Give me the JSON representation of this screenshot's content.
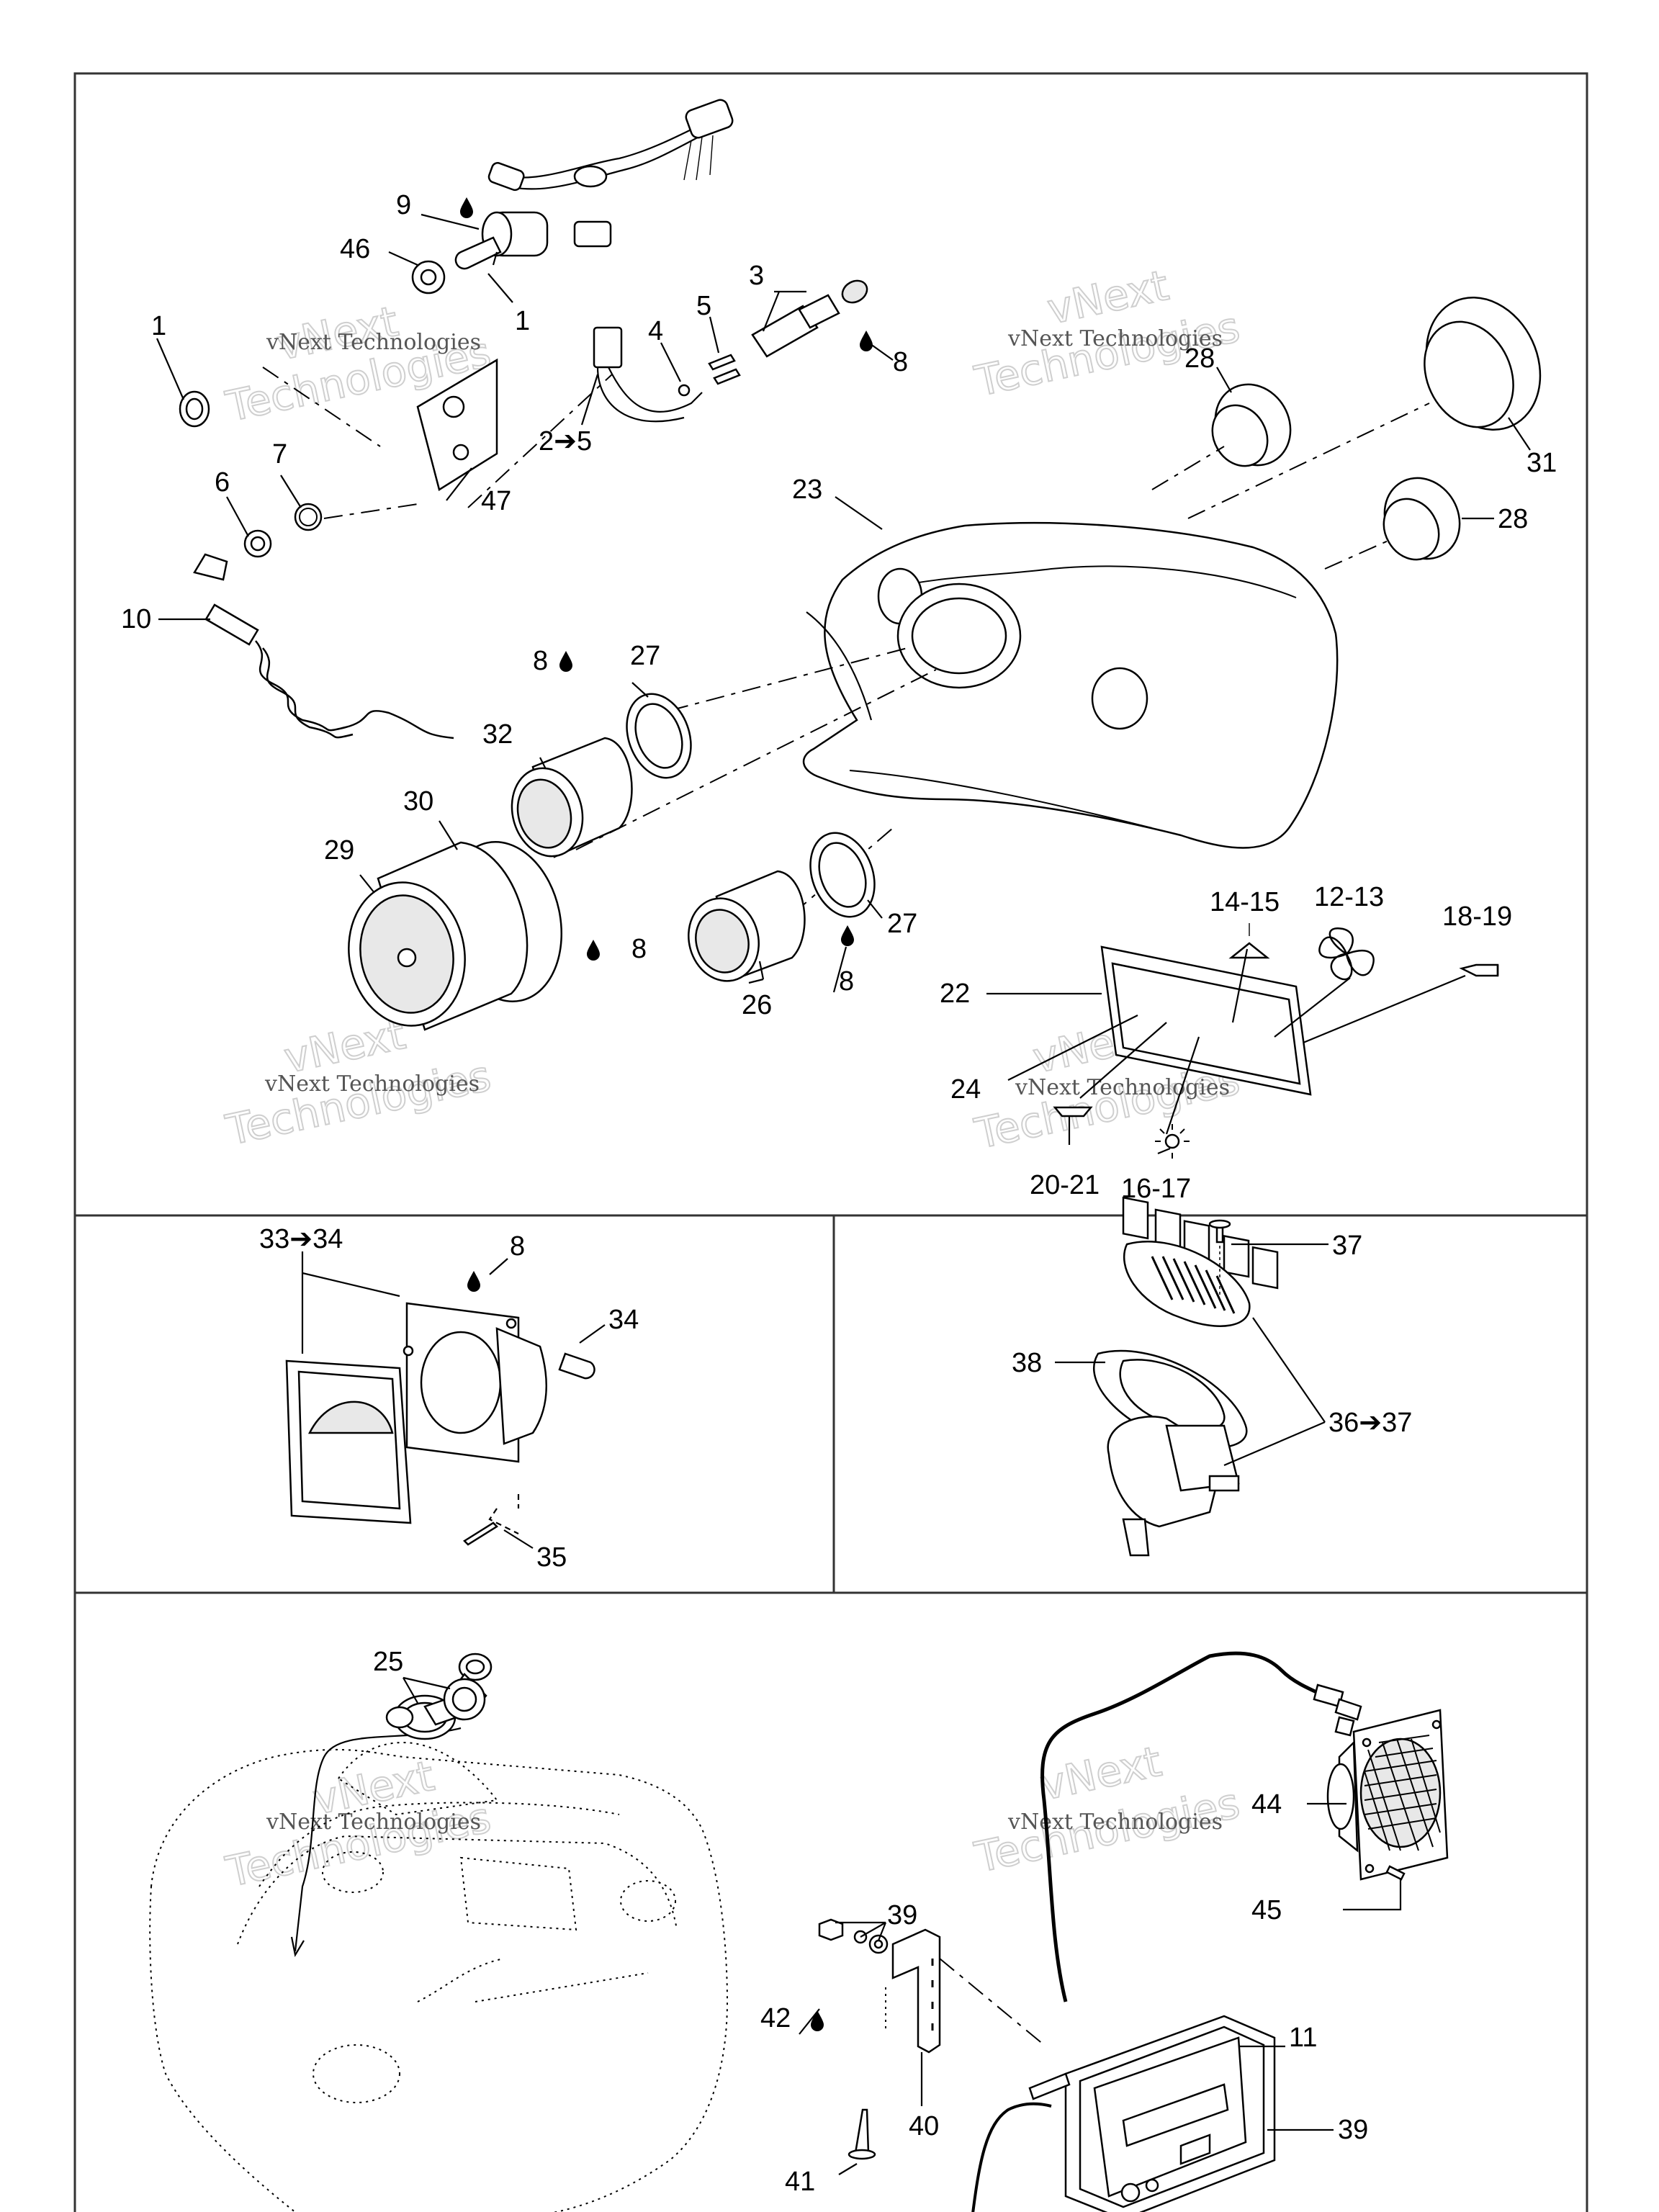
{
  "watermark": {
    "line1": "vNext Technologies",
    "line2": "vNext",
    "line3": "Technologies"
  },
  "callouts": {
    "c1a": "1",
    "c1b": "1",
    "c2_5": "2➔5",
    "c3": "3",
    "c4": "4",
    "c5": "5",
    "c6": "6",
    "c7": "7",
    "c8a": "8",
    "c8b": "8",
    "c8c": "8",
    "c8d": "8",
    "c8e": "8",
    "c9": "9",
    "c10": "10",
    "c11": "11",
    "c12_13": "12-13",
    "c14_15": "14-15",
    "c16_17": "16-17",
    "c18_19": "18-19",
    "c20_21": "20-21",
    "c22": "22",
    "c23": "23",
    "c24": "24",
    "c25": "25",
    "c26": "26",
    "c27a": "27",
    "c27b": "27",
    "c28a": "28",
    "c28b": "28",
    "c29": "29",
    "c30": "30",
    "c31": "31",
    "c32": "32",
    "c33_34": "33➔34",
    "c34": "34",
    "c35": "35",
    "c36_37": "36➔37",
    "c37": "37",
    "c38": "38",
    "c39a": "39",
    "c39b": "39",
    "c40": "40",
    "c41": "41",
    "c42": "42",
    "c44": "44",
    "c45": "45",
    "c46": "46",
    "c47": "47"
  },
  "icons": [
    "drop-icon",
    "fan-icon",
    "horn-icon",
    "bulb-icon",
    "light-icon"
  ]
}
